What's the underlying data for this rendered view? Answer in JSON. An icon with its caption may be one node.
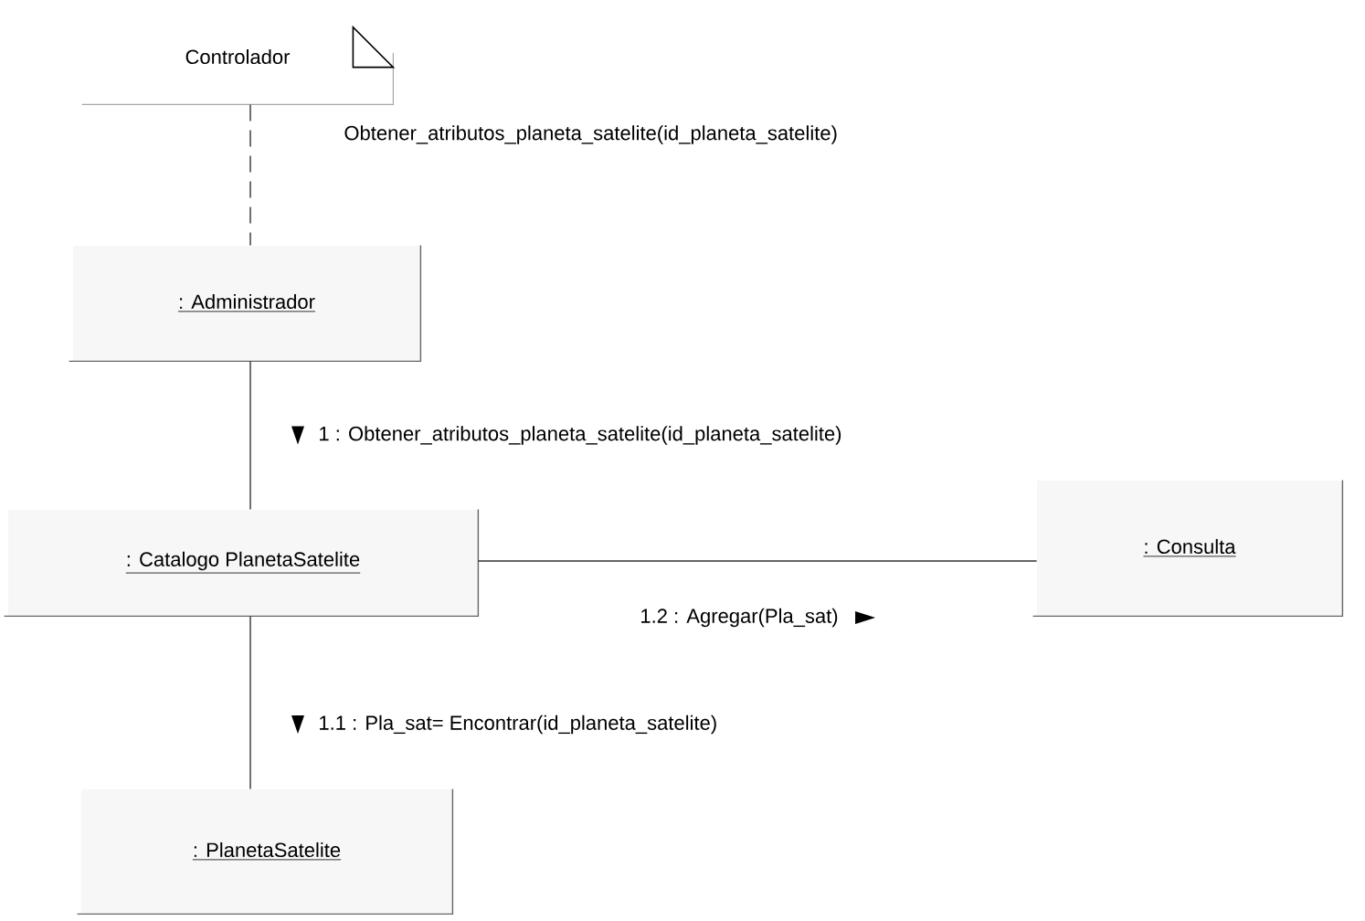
{
  "diagram": {
    "nodes": [
      {
        "text": [
          "Controlador"
        ]
      },
      {
        "text": [
          ": Administrador"
        ]
      },
      {
        "text": [
          ": Catalogo PlanetaSatelite"
        ]
      },
      {
        "text": [
          ": Consulta"
        ]
      },
      {
        "text": [
          ": PlanetaSatelite"
        ]
      }
    ],
    "edges": [
      {
        "from": 0,
        "to": 1,
        "arrow": "none",
        "style": "dashed",
        "label": "Obtener_atributos_planeta_satelite(id_planeta_satelite)"
      },
      {
        "from": 1,
        "to": 2,
        "arrow": "none",
        "label": "1 : Obtener_atributos_planeta_satelite(id_planeta_satelite)"
      },
      {
        "from": 2,
        "to": 3,
        "arrow": "none",
        "label": "1.2 : Agregar(Pla_sat)"
      },
      {
        "from": 2,
        "to": 4,
        "arrow": "none",
        "label": "1.1 : Pla_sat= Encontrar(id_planeta_satelite)"
      }
    ]
  }
}
